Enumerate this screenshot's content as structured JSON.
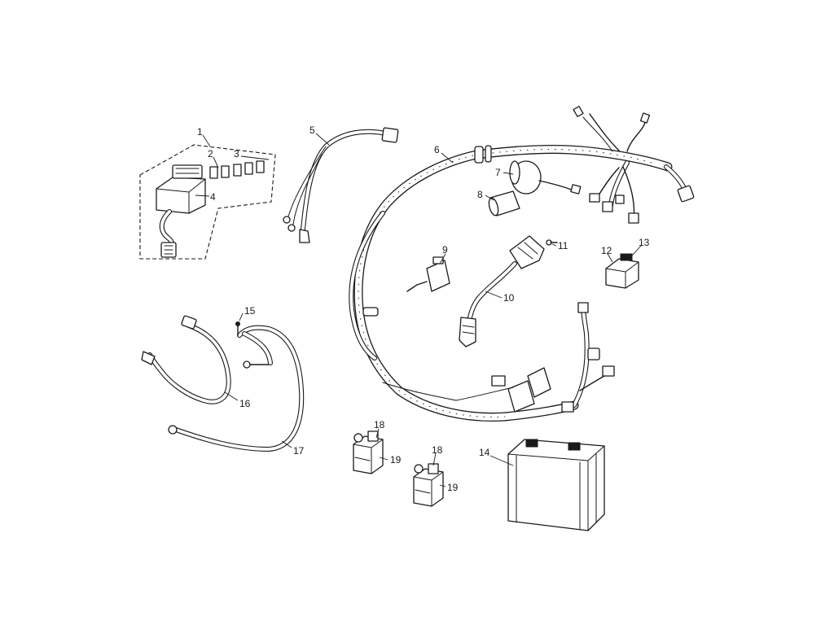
{
  "labels": {
    "p1": "1",
    "p2": "2",
    "p3": "3",
    "p4": "4",
    "p5": "5",
    "p6": "6",
    "p7": "7",
    "p8": "8",
    "p9": "9",
    "p10": "10",
    "p11": "11",
    "p12": "12",
    "p13": "13",
    "p14": "14",
    "p15": "15",
    "p16": "16",
    "p17": "17",
    "p18a": "18",
    "p18b": "18",
    "p19a": "19",
    "p19b": "19"
  },
  "colors": {
    "line": "#1a1a1a",
    "background": "#ffffff"
  }
}
